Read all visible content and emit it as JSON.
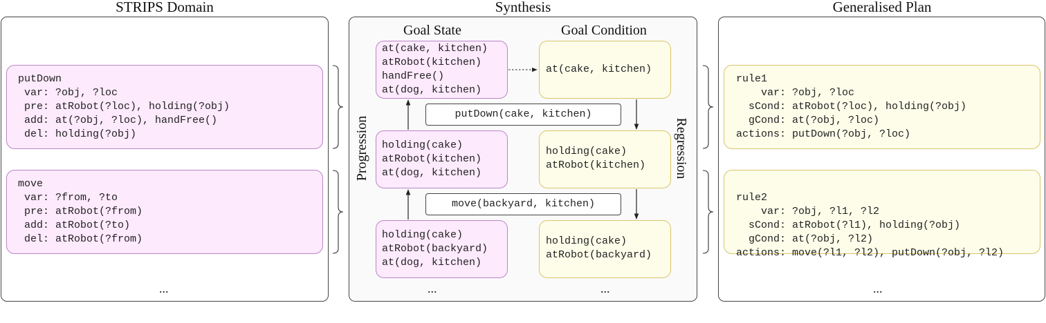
{
  "titles": {
    "domain": "STRIPS Domain",
    "synthesis": "Synthesis",
    "plan": "Generalised Plan"
  },
  "domain": {
    "putdown": "putDown\n var: ?obj, ?loc\n pre: atRobot(?loc), holding(?obj)\n add: at(?obj, ?loc), handFree()\n del: holding(?obj)",
    "move": "move\n var: ?from, ?to\n pre: atRobot(?from)\n add: atRobot(?to)\n del: atRobot(?from)",
    "ellipsis": "..."
  },
  "synthesis": {
    "goal_state_heading": "Goal State",
    "goal_condition_heading": "Goal Condition",
    "progression_label": "Progression",
    "regression_label": "Regression",
    "state1": "at(cake, kitchen)\natRobot(kitchen)\nhandFree()\nat(dog, kitchen)",
    "state2": "holding(cake)\natRobot(kitchen)\nat(dog, kitchen)",
    "state3": "holding(cake)\natRobot(backyard)\nat(dog, kitchen)",
    "cond1": "at(cake, kitchen)",
    "cond2": "holding(cake)\natRobot(kitchen)",
    "cond3": "holding(cake)\natRobot(backyard)",
    "action1": "putDown(cake, kitchen)",
    "action2": "move(backyard, kitchen)",
    "ellipsis_left": "...",
    "ellipsis_right": "..."
  },
  "plan": {
    "rule1": "rule1\n    var: ?obj, ?loc\n  sCond: atRobot(?loc), holding(?obj)\n  gCond: at(?obj, ?loc)\nactions: putDown(?obj, ?loc)",
    "rule2": "rule2\n    var: ?obj, ?l1, ?l2\n  sCond: atRobot(?l1), holding(?obj)\n  gCond: at(?obj, ?l2)\nactions: move(?l1, ?l2), putDown(?obj, ?l2)",
    "ellipsis": "..."
  },
  "colors": {
    "state_fill": "#fdeafd",
    "state_border": "#b784c8",
    "condition_fill": "#fdfdea",
    "condition_border": "#d9c56a"
  }
}
